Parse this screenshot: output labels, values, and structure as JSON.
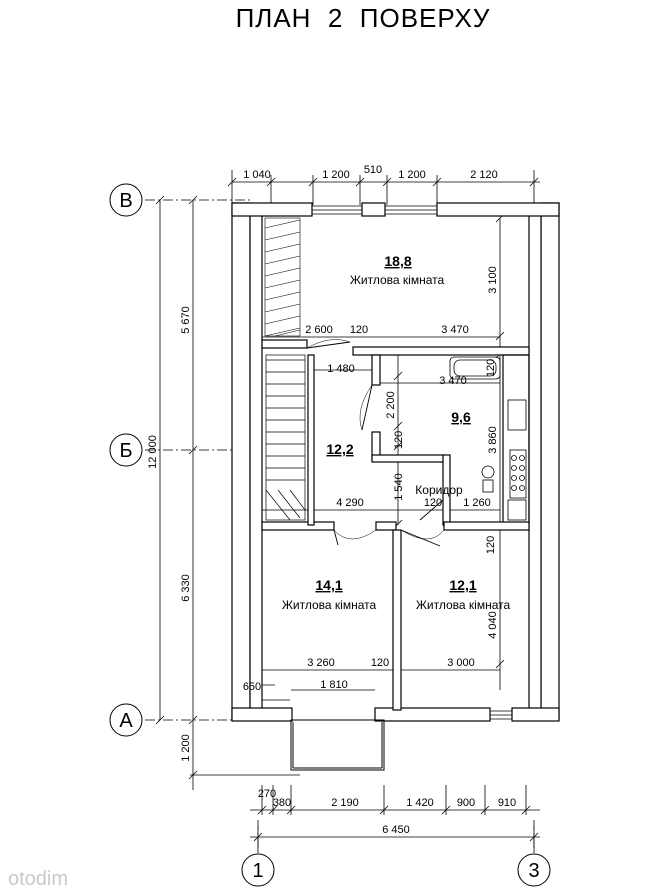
{
  "title": "ПЛАН  2  ПОВЕРХУ",
  "axes": {
    "b_top": "В",
    "b_mid": "Б",
    "a_bottom": "А",
    "n1": "1",
    "n3": "3"
  },
  "top_dims": [
    "1 040",
    "1 200",
    "510",
    "1 200",
    "2 120"
  ],
  "left_dims": {
    "total": "12 000",
    "upper": "5 670",
    "lower": "6 330",
    "bottom": "1 200",
    "small": "650"
  },
  "bottom_dims": [
    "270",
    "380",
    "2 190",
    "1 420",
    "900",
    "910"
  ],
  "bottom_total": "6 450",
  "internal_dims": {
    "d2600": "2 600",
    "d120a": "120",
    "d3470a": "3 470",
    "d3100": "3 100",
    "d1480": "1 480",
    "d3470b": "3 470",
    "d120b": "120",
    "d2200": "2 200",
    "d120c": "120",
    "d3860": "3 860",
    "d1540": "1 540",
    "d4290": "4 290",
    "d120d": "120",
    "d1260": "1 260",
    "d120e": "120",
    "d4040": "4 040",
    "d3260": "3 260",
    "d120f": "120",
    "d3000": "3 000",
    "d1810": "1 810"
  },
  "rooms": [
    {
      "area": "18,8",
      "name": "Житлова кімната"
    },
    {
      "area": "12,2",
      "name": ""
    },
    {
      "area": "9,6",
      "name": "Коридор"
    },
    {
      "area": "14,1",
      "name": "Житлова кімната"
    },
    {
      "area": "12,1",
      "name": "Житлова кімната"
    }
  ],
  "watermark": "otodim"
}
